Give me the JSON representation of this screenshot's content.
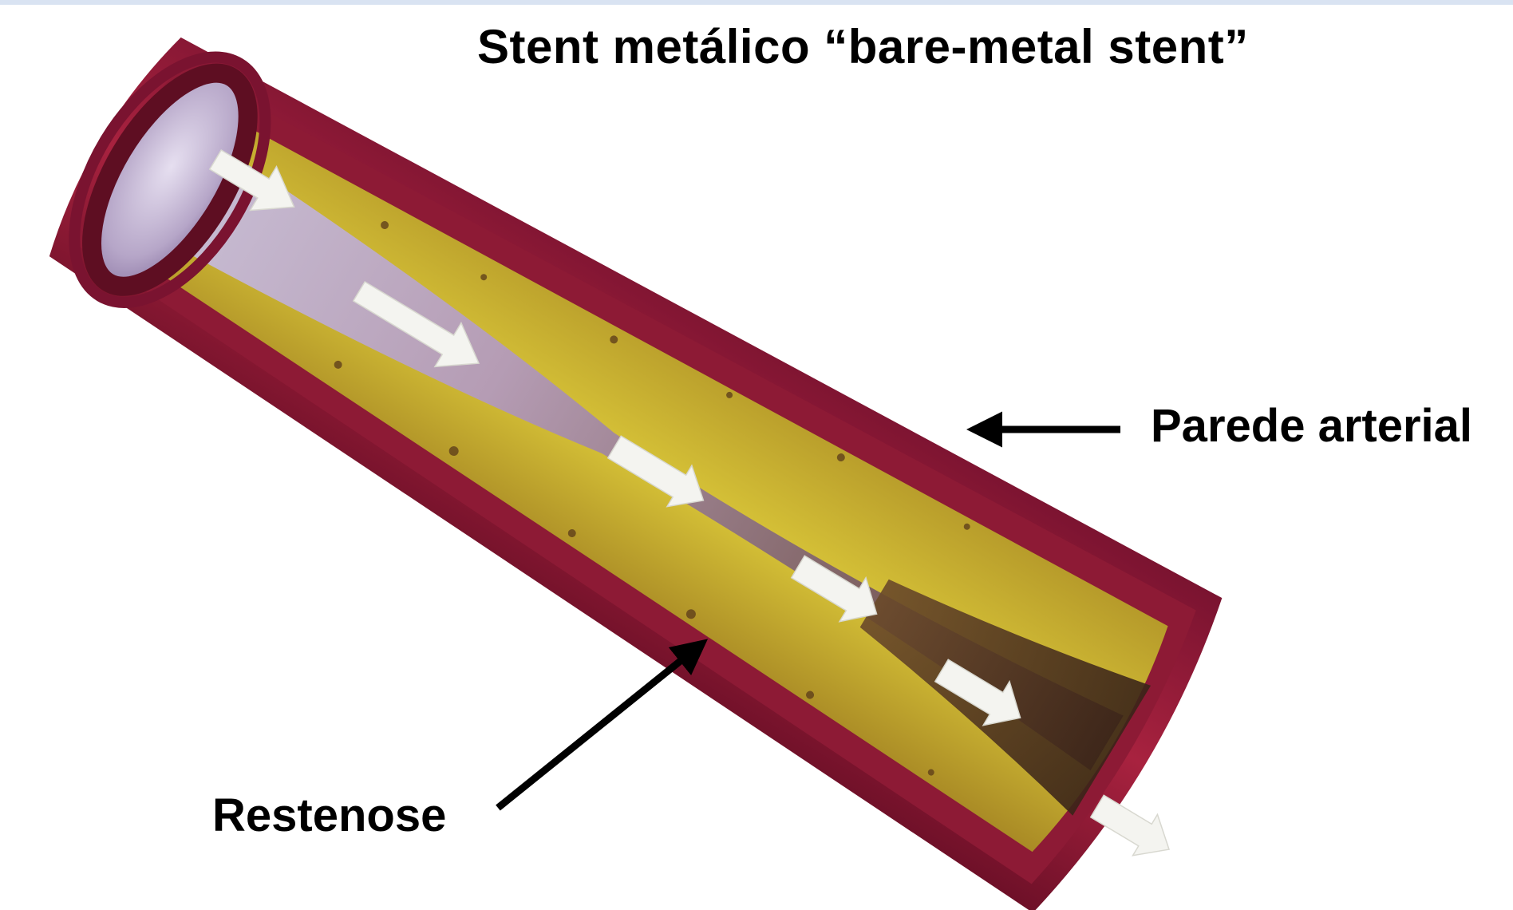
{
  "title": "Stent metálico “bare-metal stent”",
  "labels": {
    "arterial_wall": "Parede arterial",
    "restenosis": "Restenose"
  },
  "colors": {
    "arterial_wall": "#9e1f3d",
    "plaque": "#c6b22a",
    "lumen": "#b8a8c8",
    "flow_arrows": "#f4f4f0",
    "pointer_arrows": "#000000"
  },
  "icons": {
    "flow": "flow-arrow-icon",
    "pointer": "pointer-arrow-icon"
  }
}
